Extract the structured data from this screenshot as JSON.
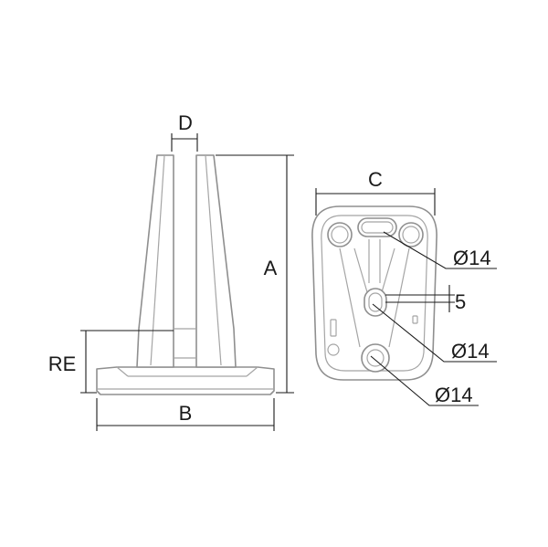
{
  "labels": {
    "d": "D",
    "a": "A",
    "re": "RE",
    "b": "B",
    "c": "C",
    "dia_top": "Ø14",
    "slot": "5",
    "dia_mid": "Ø14",
    "dia_bottom": "Ø14"
  },
  "colors": {
    "part_outline": "#8f8f8f",
    "dimension_line": "#1a1a1a"
  }
}
